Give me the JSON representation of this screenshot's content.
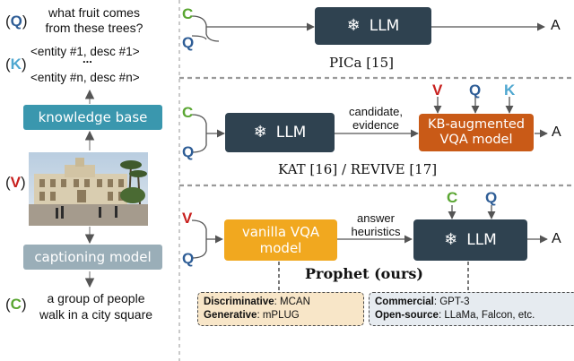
{
  "left": {
    "question_marker": "Q",
    "question_text": "what fruit comes from these trees?",
    "knowledge_marker": "K",
    "entity_line_1": "<entity #1, desc #1>",
    "entity_dots": "...",
    "entity_line_n": "<entity #n, desc #n>",
    "knowledge_base_label": "knowledge base",
    "visual_marker": "V",
    "captioning_label": "captioning model",
    "caption_marker": "C",
    "caption_text": "a group of people walk in a city square"
  },
  "pica": {
    "input_c": "C",
    "input_q": "Q",
    "llm_label": "LLM",
    "output": "A",
    "caption": "PICa [15]"
  },
  "kat": {
    "input_c": "C",
    "input_q": "Q",
    "llm_label": "LLM",
    "edge_label": "candidate, evidence",
    "kb_box_label": "KB-augmented VQA model",
    "input_v": "V",
    "input_q2": "Q",
    "input_k": "K",
    "output": "A",
    "caption": "KAT [16] / REVIVE [17]"
  },
  "prophet": {
    "input_v": "V",
    "input_q": "Q",
    "vqa_label": "vanilla VQA model",
    "edge_label": "answer heuristics",
    "llm_label": "LLM",
    "input_c": "C",
    "input_q2": "Q",
    "output": "A",
    "caption": "Prophet (ours)",
    "vqa_note": {
      "line1_key": "Discriminative",
      "line1_value": ": MCAN",
      "line2_key": "Generative",
      "line2_value": ": mPLUG"
    },
    "llm_note": {
      "line1_key": "Commercial",
      "line1_value": ": GPT-3",
      "line2_key": "Open-source",
      "line2_value": ": LLaMa, Falcon, etc."
    }
  },
  "colors": {
    "llm": "#2f4250",
    "knowledge_base": "#3a97ae",
    "captioning_model": "#9aaeb8",
    "kb_augmented": "#c95a17",
    "vanilla_vqa": "#f1a81f",
    "q": "#2e5d96",
    "c": "#5aa632",
    "v": "#c8201e",
    "k": "#4fa7d0"
  },
  "icons": {
    "frozen": "snowflake-icon",
    "scene": "city-square-photo"
  }
}
